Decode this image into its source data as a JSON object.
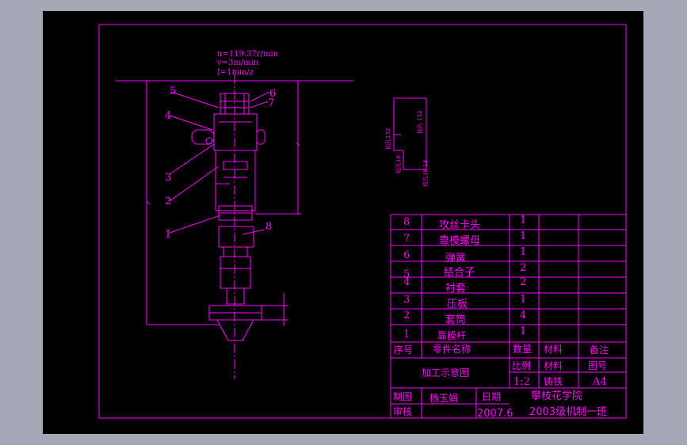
{
  "colors": {
    "line": "#ff00ff",
    "canvas": "#000000",
    "frame": "#a6a8b8"
  },
  "params": {
    "speed": "n=119.37r/min",
    "velocity": "v=3m/min",
    "feed": "f=1mm/z"
  },
  "callouts": [
    "1",
    "2",
    "3",
    "4",
    "5",
    "6",
    "7",
    "8"
  ],
  "dims": {
    "upper_left": "钻孔132",
    "upper_right": "铰孔 132",
    "lower_left": "钻孔18",
    "lower_right": "铰孔18 18"
  },
  "parts": [
    {
      "no": "8",
      "name": "攻丝卡头",
      "qty": "1"
    },
    {
      "no": "7",
      "name": "靠模螺母",
      "qty": "1"
    },
    {
      "no": "6",
      "name": "弹簧",
      "qty": "1"
    },
    {
      "no": "5",
      "name": "结合子",
      "qty": "2"
    },
    {
      "no": "4",
      "name": "衬套",
      "qty": "2"
    },
    {
      "no": "3",
      "name": "压板",
      "qty": "1"
    },
    {
      "no": "2",
      "name": "套筒",
      "qty": "4"
    },
    {
      "no": "1",
      "name": "靠模杆",
      "qty": "1"
    }
  ],
  "headers": {
    "no": "序号",
    "name": "零件名称",
    "qty": "数量",
    "material": "材料",
    "remark": "备注"
  },
  "title_block": {
    "drawing_name": "加工示意图",
    "scale_label": "比例",
    "material_label": "材料",
    "drawing_no_label": "图号",
    "scale": "1:2",
    "material": "铸铁",
    "sheet": "A4",
    "drawn_label": "制图",
    "drawn_by": "杨玉娟",
    "date_label": "日期",
    "checked_label": "审核",
    "date": "2007.6",
    "school": "攀枝花学院",
    "class": "2003级机制一班"
  }
}
